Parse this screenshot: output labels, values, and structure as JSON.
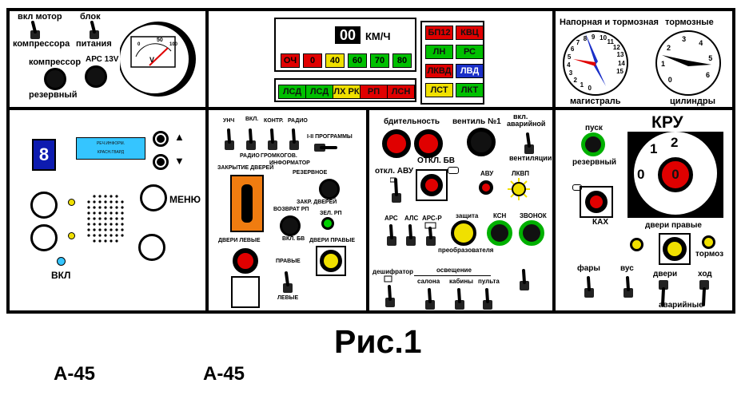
{
  "compressor": {
    "motor_label": "вкл мотор",
    "motor_sub": "компрессора",
    "block_label": "блок",
    "block_sub": "питания",
    "reserve_top": "компрессор",
    "reserve_bottom": "резервный",
    "ars_label": "АРС 13V"
  },
  "voltmeter": {
    "tick_0": "0",
    "tick_50": "50",
    "tick_100": "100",
    "unit": "V"
  },
  "speed": {
    "value": "00",
    "unit": "КМ/Ч",
    "limits": [
      "ОЧ",
      "0",
      "40",
      "60",
      "70",
      "80"
    ],
    "limit_colors": [
      "#e00000",
      "#e00000",
      "#f0e000",
      "#00c000",
      "#00c000",
      "#00c000"
    ]
  },
  "signals_right": {
    "rows": [
      [
        {
          "t": "БП12",
          "c": "#e00000"
        },
        {
          "t": "КВЦ",
          "c": "#e00000"
        }
      ],
      [
        {
          "t": "ЛН",
          "c": "#00c000"
        },
        {
          "t": "РС",
          "c": "#00c000"
        }
      ],
      [
        {
          "t": "ЛКВД",
          "c": "#e00000"
        },
        {
          "t": "ЛВД",
          "c": "#1a2fc8"
        }
      ],
      [
        {
          "t": "ЛСТ",
          "c": "#f0e000"
        },
        {
          "t": "ЛКТ",
          "c": "#00c000"
        }
      ]
    ]
  },
  "signals_bottom": [
    {
      "t": "ЛСД",
      "c": "#00c000"
    },
    {
      "t": "ЛСД",
      "c": "#00c000"
    },
    {
      "t": "ЛХ РК",
      "c": "#f0e000"
    },
    {
      "t": "РП",
      "c": "#e00000"
    },
    {
      "t": "ЛСН",
      "c": "#e00000"
    }
  ],
  "gauges": {
    "brake_title": "Напорная и тормозная",
    "brake_caption": "магистраль",
    "brake_ticks": [
      "0",
      "1",
      "2",
      "3",
      "4",
      "5",
      "6",
      "7",
      "8",
      "9",
      "10",
      "11",
      "12",
      "13",
      "14",
      "15"
    ],
    "cyl_title": "тормозные",
    "cyl_caption": "цилиндры",
    "cyl_ticks": [
      "0",
      "1",
      "2",
      "3",
      "4",
      "5",
      "6"
    ]
  },
  "info_panel": {
    "digit": "8",
    "lcd_line1": "РЕЧ.ИНФОРМ.",
    "lcd_line2": "КРАСН.ГВАРД",
    "up": "▲",
    "down": "▼",
    "menu": "МЕНЮ",
    "on": "ВКЛ"
  },
  "doors_panel": {
    "unch": "УНЧ",
    "vkl": "ВКЛ.",
    "kontr": "КОНТР.",
    "radio_top": "РАДИО",
    "radio_bottom": "РАДИО",
    "gromkogov": "ГРОМКОГОВ.",
    "informator": "ИНФОРМАТОР",
    "programmy": "I-II ПРОГРАММЫ",
    "closing": "ЗАКРЫТИЕ ДВЕРЕЙ",
    "reserve1": "РЕЗЕРВНОЕ",
    "reserve2": "ЗАКР. ДВЕРЕЙ",
    "return_rp": "ВОЗВРАТ РП",
    "vkl_bv": "ВКЛ. БВ",
    "zel_rp": "ЗЕЛ. РП",
    "doors_left": "ДВЕРИ ЛЕВЫЕ",
    "doors_right": "ДВЕРИ ПРАВЫЕ",
    "right": "ПРАВЫЕ",
    "left": "ЛЕВЫЕ"
  },
  "center_panel": {
    "vigilance": "бдительность",
    "valve": "вентиль №1",
    "emerg1": "вкл.",
    "emerg2": "аварийной",
    "vent": "вентиляции",
    "otkl_avu": "откл. АВУ",
    "otkl_bv": "ОТКЛ. БВ",
    "avu": "АВУ",
    "lkvp": "ЛКВП",
    "ars": "АРС",
    "als": "АЛС",
    "ars_r": "АРС-Р",
    "zashchita": "защита",
    "preobr": "преобразователя",
    "ksn": "КСН",
    "zvonok": "ЗВОНОК",
    "deshifrator": "дешифратор",
    "osveshchenie": "освещение",
    "salona": "салона",
    "kabiny": "кабины",
    "pulta": "пульта"
  },
  "kru_panel": {
    "pusk": "пуск",
    "rezervny": "резервный",
    "title": "КРУ",
    "p0": "0",
    "p1": "1",
    "p2": "2",
    "knob": "0",
    "kah": "КАХ",
    "doors_right": "двери правые",
    "tormoz": "тормоз",
    "fary": "фары",
    "vus": "вус",
    "dveri": "двери",
    "hod": "ход",
    "avariynye": "аварийные"
  },
  "caption": {
    "fig": "Рис.1",
    "left": "А-45",
    "right": "А-45"
  }
}
